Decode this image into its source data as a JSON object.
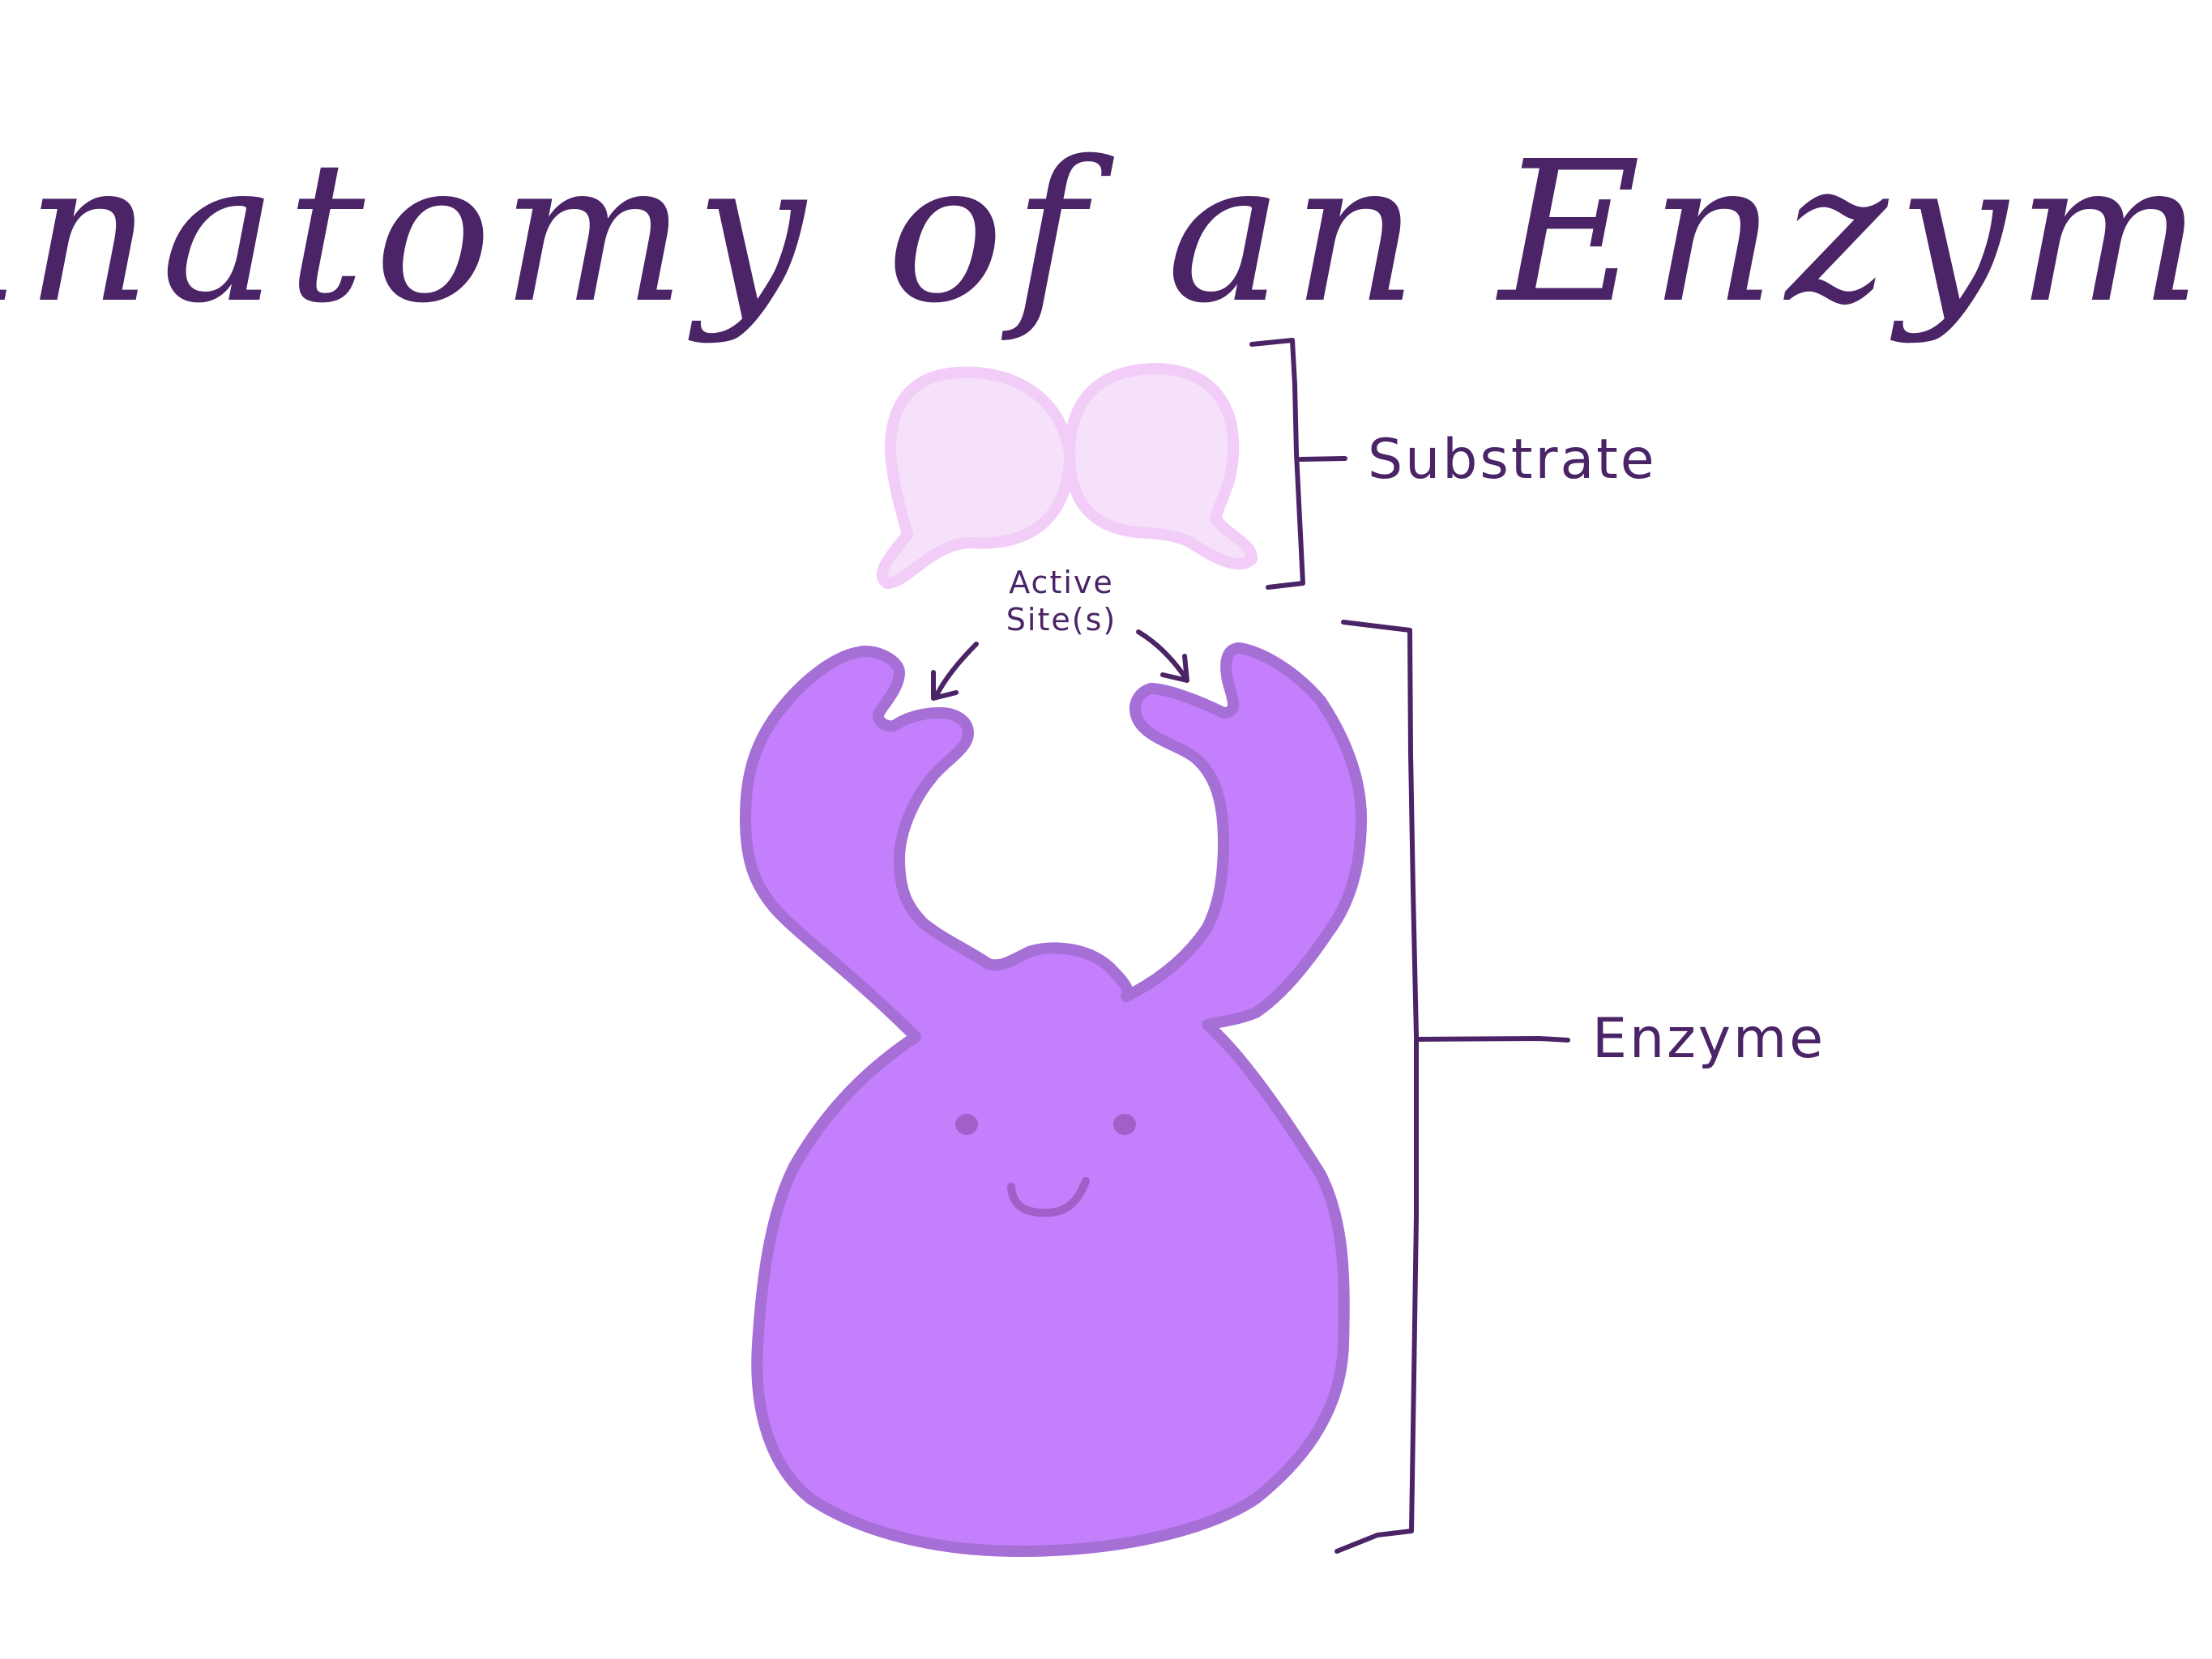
{
  "title": "Anatomy of an Enzyme",
  "labels": {
    "substrate": "Substrate",
    "enzyme": "Enzyme",
    "active_site_line1": "Active",
    "active_site_line2": "Site(s)"
  },
  "colors": {
    "ink": "#4a2466",
    "enzyme_fill": "#c47ffc",
    "enzyme_outline": "#a66fd6",
    "substrate_fill": "#f5e2fa",
    "substrate_outline": "#f2cdf8",
    "background": "#ffffff"
  }
}
